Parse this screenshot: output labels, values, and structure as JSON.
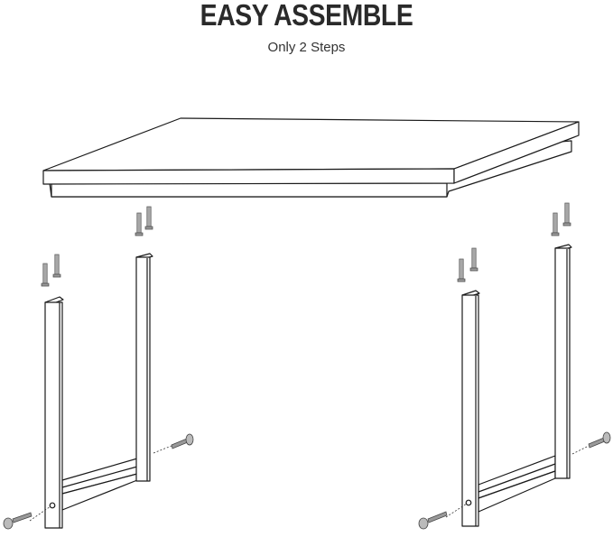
{
  "header": {
    "title": "EASY ASSEMBLE",
    "subtitle": "Only 2 Steps"
  },
  "illustration": {
    "parts": [
      "table-top",
      "left-leg-frame",
      "right-leg-frame",
      "vertical-bolts",
      "side-bolts"
    ],
    "line_color": "#1a1a1a",
    "bolt_color": "#9a9a9a"
  }
}
